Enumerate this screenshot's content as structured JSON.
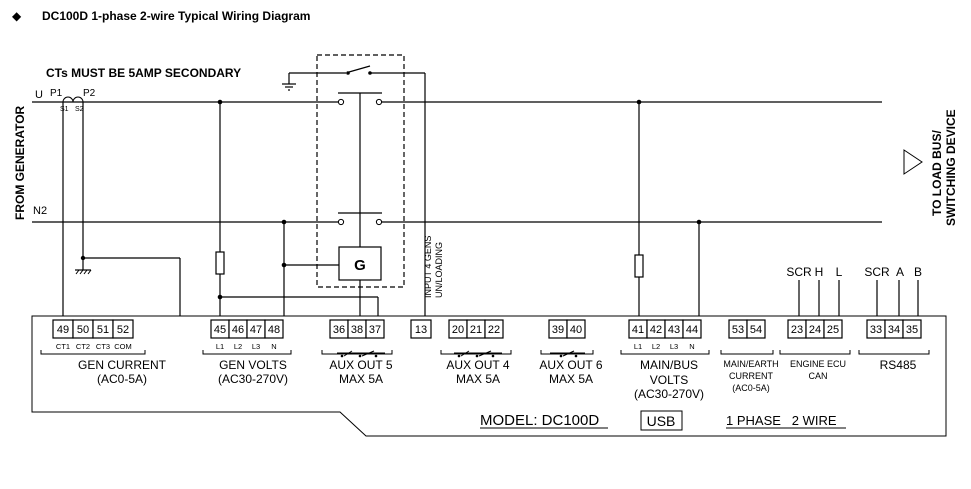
{
  "title": "DC100D 1-phase 2-wire Typical Wiring Diagram",
  "bullet": "◆",
  "ct_note": "CTs MUST BE 5AMP SECONDARY",
  "from_generator": "FROM GENERATOR",
  "to_load": [
    "TO LOAD BUS/",
    "SWITCHING DEVICE"
  ],
  "line_u": "U",
  "line_n": "N2",
  "ct_labels": {
    "p1": "P1",
    "p2": "P2",
    "s1": "S1",
    "s2": "S2"
  },
  "gen_symbol": "G",
  "input_label": [
    "INPUT 4 GENS",
    "UN/LOADING"
  ],
  "comm_headers": {
    "scr1": "SCR",
    "h": "H",
    "l": "L",
    "scr2": "SCR",
    "a": "A",
    "b": "B"
  },
  "terminal_groups": [
    {
      "name": "gen-current",
      "terminals": [
        "49",
        "50",
        "51",
        "52"
      ],
      "sublabels": [
        "CT1",
        "CT2",
        "CT3",
        "COM"
      ],
      "caption": [
        "GEN CURRENT",
        "(AC0-5A)"
      ]
    },
    {
      "name": "gen-volts",
      "terminals": [
        "45",
        "46",
        "47",
        "48"
      ],
      "sublabels": [
        "L1",
        "L2",
        "L3",
        "N"
      ],
      "caption": [
        "GEN VOLTS",
        "(AC30-270V)"
      ]
    },
    {
      "name": "aux-out-5",
      "terminals": [
        "36",
        "38",
        "37"
      ],
      "sublabels": [],
      "caption": [
        "AUX  OUT 5",
        "MAX  5A"
      ]
    },
    {
      "name": "input-13",
      "terminals": [
        "13"
      ],
      "sublabels": [],
      "caption": []
    },
    {
      "name": "aux-out-4",
      "terminals": [
        "20",
        "21",
        "22"
      ],
      "sublabels": [],
      "caption": [
        "AUX  OUT 4",
        "MAX  5A"
      ]
    },
    {
      "name": "aux-out-6",
      "terminals": [
        "39",
        "40"
      ],
      "sublabels": [],
      "caption": [
        "AUX  OUT 6",
        "MAX  5A"
      ]
    },
    {
      "name": "main-bus-volts",
      "terminals": [
        "41",
        "42",
        "43",
        "44"
      ],
      "sublabels": [
        "L1",
        "L2",
        "L3",
        "N"
      ],
      "caption": [
        "MAIN/BUS",
        "VOLTS",
        "(AC30-270V)"
      ]
    },
    {
      "name": "main-earth-current",
      "terminals": [
        "53",
        "54"
      ],
      "sublabels": [],
      "caption": [
        "MAIN/EARTH",
        "CURRENT",
        "(AC0-5A)"
      ]
    },
    {
      "name": "engine-ecu-can",
      "terminals": [
        "23",
        "24",
        "25"
      ],
      "sublabels": [],
      "caption": [
        "ENGINE ECU",
        "CAN"
      ]
    },
    {
      "name": "rs485",
      "terminals": [
        "33",
        "34",
        "35"
      ],
      "sublabels": [],
      "caption": [
        "RS485"
      ]
    }
  ],
  "model": "MODEL: DC100D",
  "usb": "USB",
  "phase": "1 PHASE   2 WIRE"
}
